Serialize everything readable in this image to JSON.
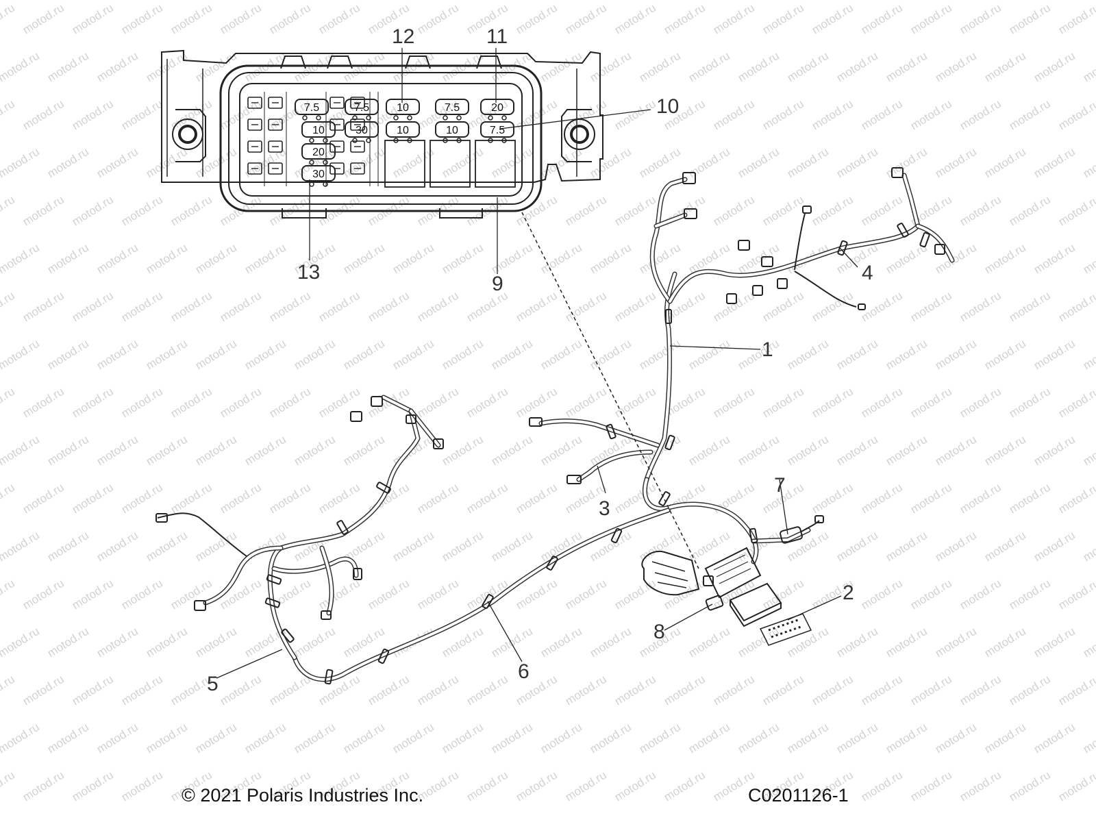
{
  "watermark": "motod.ru",
  "fuse_box": {
    "fuse_labels": [
      "7.5",
      "7.5",
      "10",
      "7.5",
      "20",
      "10",
      "30",
      "10",
      "10",
      "7.5",
      "20",
      "30"
    ]
  },
  "callouts": {
    "c1": "1",
    "c2": "2",
    "c3": "3",
    "c4": "4",
    "c5": "5",
    "c6": "6",
    "c7": "7",
    "c8": "8",
    "c9": "9",
    "c10": "10",
    "c11": "11",
    "c12": "12",
    "c13": "13"
  },
  "footer": {
    "copyright": "© 2021 Polaris Industries Inc.",
    "drawing_id": "C0201126-1"
  }
}
